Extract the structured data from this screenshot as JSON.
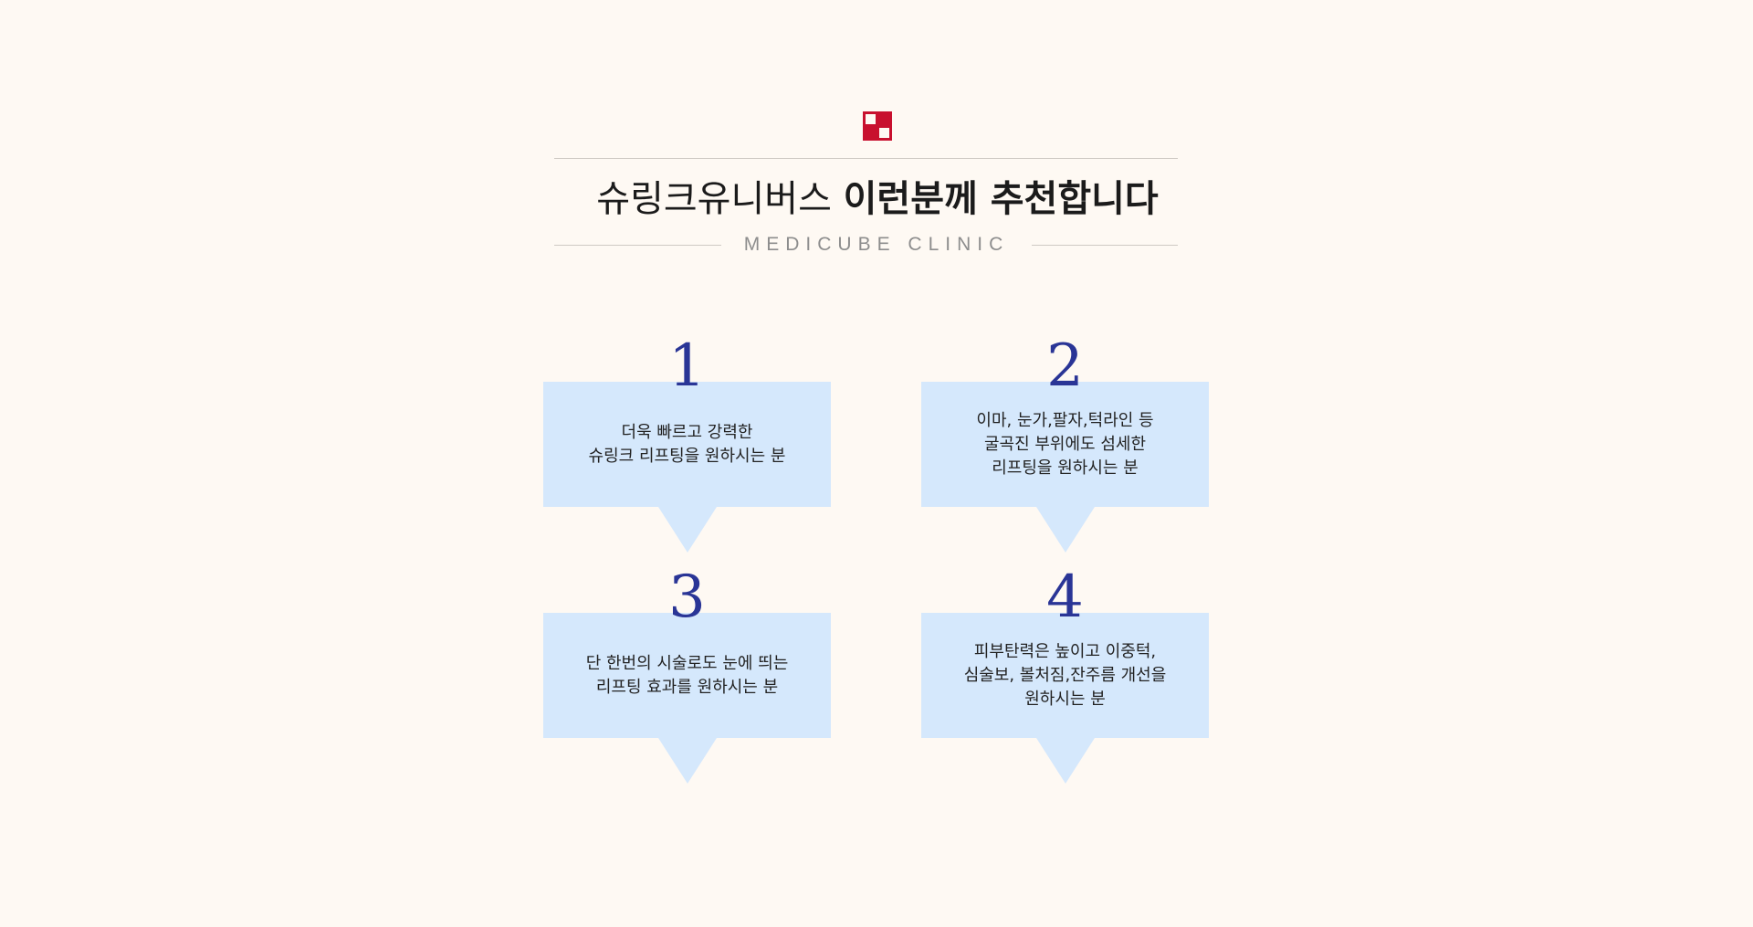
{
  "header": {
    "logo_icon": "medical-cross-icon",
    "title_light": "슈링크유니버스",
    "title_bold": "이런분께 추천합니다",
    "subtitle": "MEDICUBE CLINIC"
  },
  "colors": {
    "background": "#fef9f3",
    "card": "#d5e8fc",
    "number": "#2a3596",
    "logo_red": "#c8102e"
  },
  "cards": [
    {
      "number": "1",
      "lines": [
        "더욱 빠르고 강력한",
        "슈링크 리프팅을 원하시는 분"
      ]
    },
    {
      "number": "2",
      "lines": [
        "이마, 눈가,팔자,턱라인 등",
        "굴곡진 부위에도 섬세한",
        "리프팅을 원하시는 분"
      ]
    },
    {
      "number": "3",
      "lines": [
        "단 한번의 시술로도 눈에 띄는",
        "리프팅 효과를 원하시는 분"
      ]
    },
    {
      "number": "4",
      "lines": [
        "피부탄력은 높이고 이중턱,",
        "심술보, 볼처짐,잔주름 개선을",
        "원하시는 분"
      ]
    }
  ]
}
